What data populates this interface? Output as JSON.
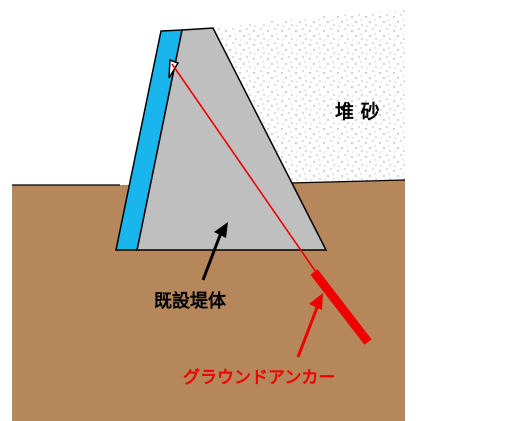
{
  "labels": {
    "sediment": "堆 砂",
    "dam": "既設堤体",
    "anchor": "グラウンドアンカー"
  },
  "colors": {
    "ground": "#b5875a",
    "sediment_bg": "#ffffff",
    "sediment_dots": "#8a8a8a",
    "dam_body": "#bfbfbf",
    "facing": "#19b6ee",
    "anchor": "#ee0000",
    "outline": "#000000"
  }
}
